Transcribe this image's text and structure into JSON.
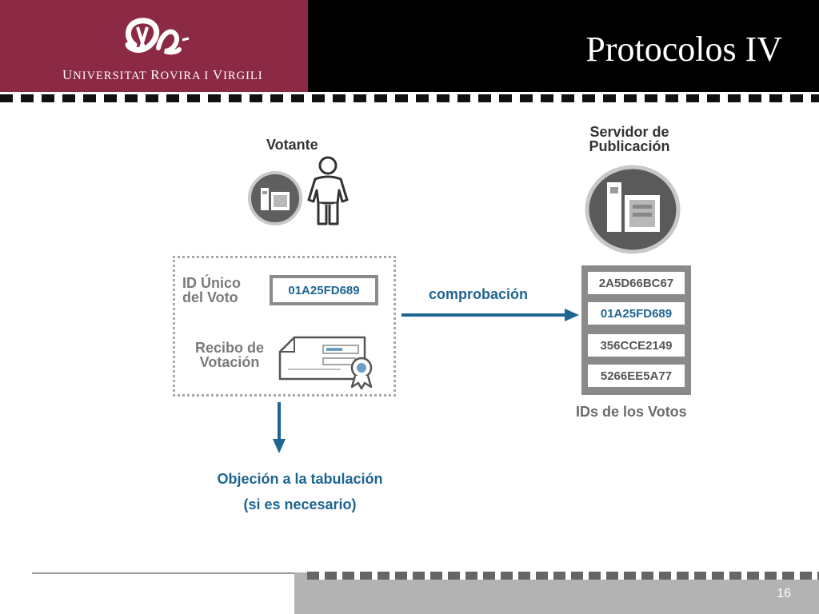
{
  "header": {
    "title": "Protocolos IV",
    "university": {
      "u1": "U",
      "w1": "NIVERSITAT",
      "u2": "R",
      "w2": "OVIRA",
      "sep": "I",
      "u3": "V",
      "w3": "IRGILI"
    }
  },
  "diagram": {
    "votante_label": "Votante",
    "servidor_label_line1": "Servidor de",
    "servidor_label_line2": "Publicación",
    "id_label_line1": "ID Único",
    "id_label_line2": "del  Voto",
    "id_value": "01A25FD689",
    "recibo_line1": "Recibo de",
    "recibo_line2": "Votación",
    "arrow_label": "comprobación",
    "published_ids": [
      "2A5D66BC67",
      "01A25FD689",
      "356CCE2149",
      "5266EE5A77"
    ],
    "ids_caption": "IDs de los Votos",
    "objection_line1": "Objeción a la tabulación",
    "objection_line2": "(si es necesario)"
  },
  "colors": {
    "brand": "#8c2944",
    "accent_blue": "#1e6592",
    "gray": "#8a8a8a"
  },
  "footer": {
    "page_number": "16"
  }
}
